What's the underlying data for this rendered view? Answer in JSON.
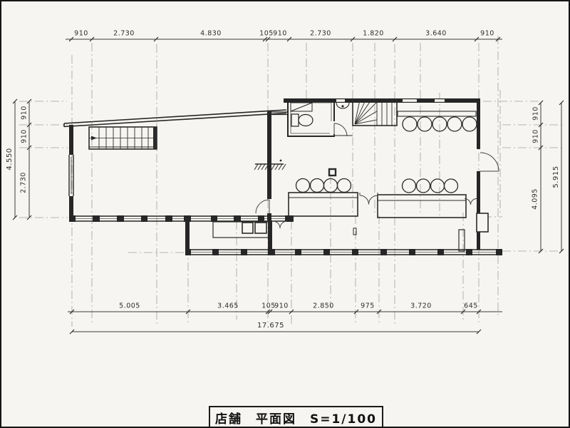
{
  "drawing": {
    "kind": "architectural-floor-plan",
    "title_block": {
      "text": "店舗　平面図　S=1/100"
    },
    "colors": {
      "paper": "#f6f5f1",
      "wall_line": "#262626",
      "dim_line": "#3c3c3c",
      "grid_line": "#a0a0a0"
    },
    "dimensions": {
      "top": [
        "910",
        "2.730",
        "4.830",
        "105",
        "910",
        "2.730",
        "1.820",
        "3.640",
        "910"
      ],
      "bottom": [
        "5.005",
        "3.465",
        "105",
        "910",
        "2.850",
        "975",
        "3.720",
        "645"
      ],
      "bottom_total": "17.675",
      "left": [
        "910",
        "910",
        "2.730"
      ],
      "left_total": "4.550",
      "right": [
        "910",
        "910",
        "4.095"
      ],
      "right_total": "5.915"
    },
    "symbols": [
      "left-straight-stair",
      "winder-stair",
      "wc-room",
      "toilet",
      "wash-basin",
      "counter-seating-stools",
      "kitchen-counter",
      "swing-doors",
      "datum-mark",
      "column-grid-lines"
    ]
  }
}
